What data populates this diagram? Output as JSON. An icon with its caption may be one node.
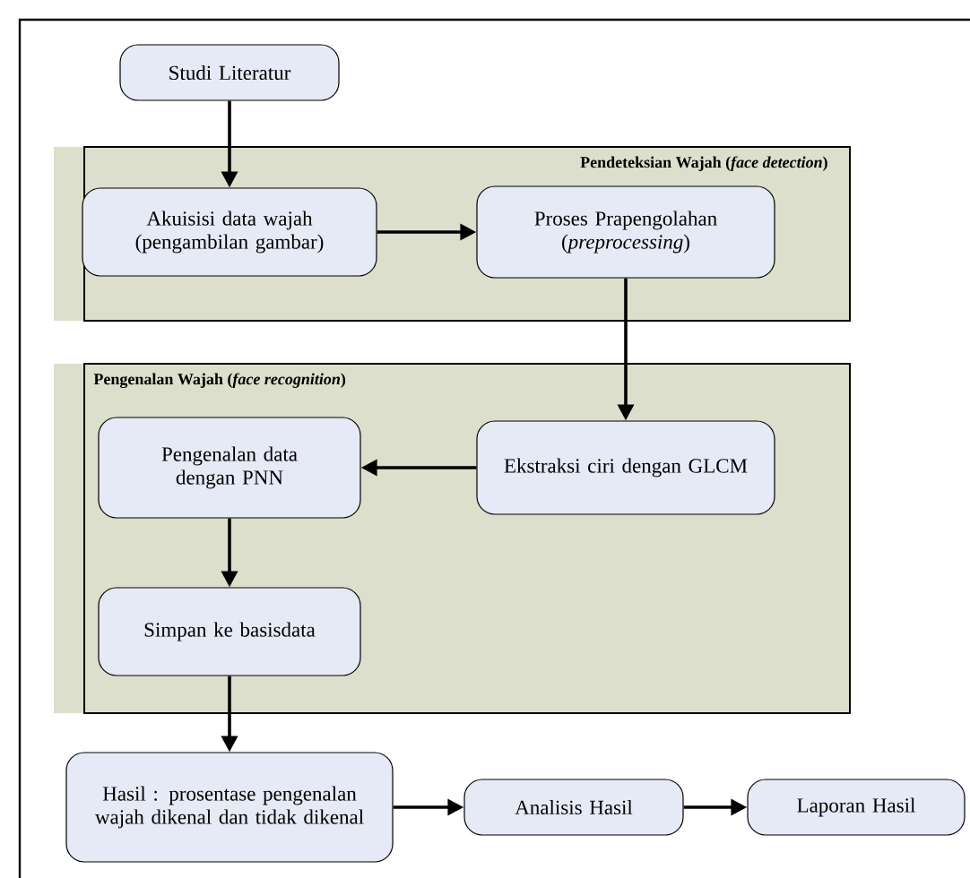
{
  "diagram": {
    "nodes": [
      {
        "text": [
          "Studi Literatur"
        ]
      },
      {
        "text": [
          "Pendeteksian Wajah (*face detection*)"
        ]
      },
      {
        "text": [
          "Akuisisi data wajah (pengambilan gambar)"
        ],
        "in": 1
      },
      {
        "text": [
          "Proses Prapengolahan (*preprocessing*)"
        ],
        "in": 1
      },
      {
        "text": [
          "Pengenalan Wajah (*face recognition*)"
        ]
      },
      {
        "text": [
          "Pengenalan data dengan PNN"
        ],
        "in": 4
      },
      {
        "text": [
          "Ekstraksi ciri dengan GLCM"
        ],
        "in": 4
      },
      {
        "text": [
          "Simpan ke basisdata"
        ],
        "in": 4
      },
      {
        "text": [
          "Hasil : prosentase pengenalan wajah dikenal dan tidak dikenal"
        ]
      },
      {
        "text": [
          "Analisis Hasil"
        ]
      },
      {
        "text": [
          "Laporan Hasil"
        ]
      }
    ],
    "edges": [
      {
        "from": 0,
        "to": 2,
        "arrow": "to"
      },
      {
        "from": 2,
        "to": 3,
        "arrow": "to"
      },
      {
        "from": 3,
        "to": 6,
        "arrow": "to"
      },
      {
        "from": 6,
        "to": 5,
        "arrow": "to"
      },
      {
        "from": 5,
        "to": 7,
        "arrow": "to"
      },
      {
        "from": 7,
        "to": 8,
        "arrow": "to"
      },
      {
        "from": 8,
        "to": 9,
        "arrow": "to"
      },
      {
        "from": 9,
        "to": 10,
        "arrow": "to"
      }
    ]
  }
}
